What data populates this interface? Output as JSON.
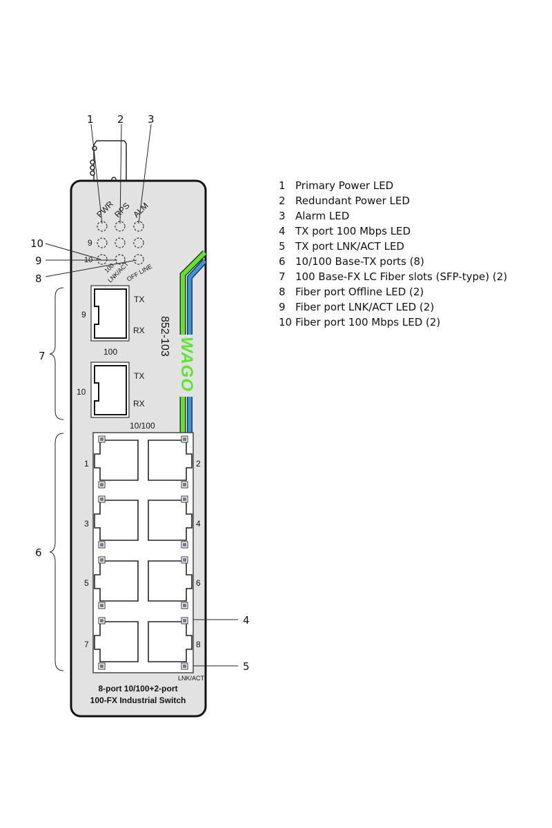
{
  "device": {
    "model": "852-103",
    "brand": "WAGO",
    "led_labels": [
      "PWR",
      "RPS",
      "ALM"
    ],
    "fiber_led_row_labels": [
      "9",
      "10"
    ],
    "fiber_led_column_labels": [
      "100",
      "LNK/ACT",
      "OFF LINE"
    ],
    "sfp_slots": [
      {
        "number": "9",
        "tx": "TX",
        "rx": "RX",
        "speed": "100"
      },
      {
        "number": "10",
        "tx": "TX",
        "rx": "RX",
        "speed": "10/100"
      }
    ],
    "ports": [
      "1",
      "2",
      "3",
      "4",
      "5",
      "6",
      "7",
      "8"
    ],
    "port_led_label": "LNK/ACT",
    "description_line1": "8-port 10/100+2-port",
    "description_line2": "100-FX Industrial Switch",
    "colors": {
      "body": "#e2e2e2",
      "green": "#5ce62e",
      "blue": "#2e9af0",
      "led_square": "#6b7a99"
    }
  },
  "callouts": {
    "c1": "1",
    "c2": "2",
    "c3": "3",
    "c4": "4",
    "c5": "5",
    "c6": "6",
    "c7": "7",
    "c8": "8",
    "c9": "9",
    "c10": "10"
  },
  "legend": [
    {
      "num": "1",
      "text": "Primary Power LED"
    },
    {
      "num": "2",
      "text": "Redundant Power LED"
    },
    {
      "num": "3",
      "text": "Alarm LED"
    },
    {
      "num": "4",
      "text": "TX port 100 Mbps LED"
    },
    {
      "num": "5",
      "text": "TX port LNK/ACT LED"
    },
    {
      "num": "6",
      "text": "10/100 Base-TX ports (8)"
    },
    {
      "num": "7",
      "text": "100 Base-FX LC Fiber slots (SFP-type) (2)"
    },
    {
      "num": "8",
      "text": "Fiber port Offline LED (2)"
    },
    {
      "num": "9",
      "text": "Fiber port LNK/ACT LED (2)"
    },
    {
      "num": "10",
      "text": "Fiber port 100 Mbps LED (2)"
    }
  ]
}
